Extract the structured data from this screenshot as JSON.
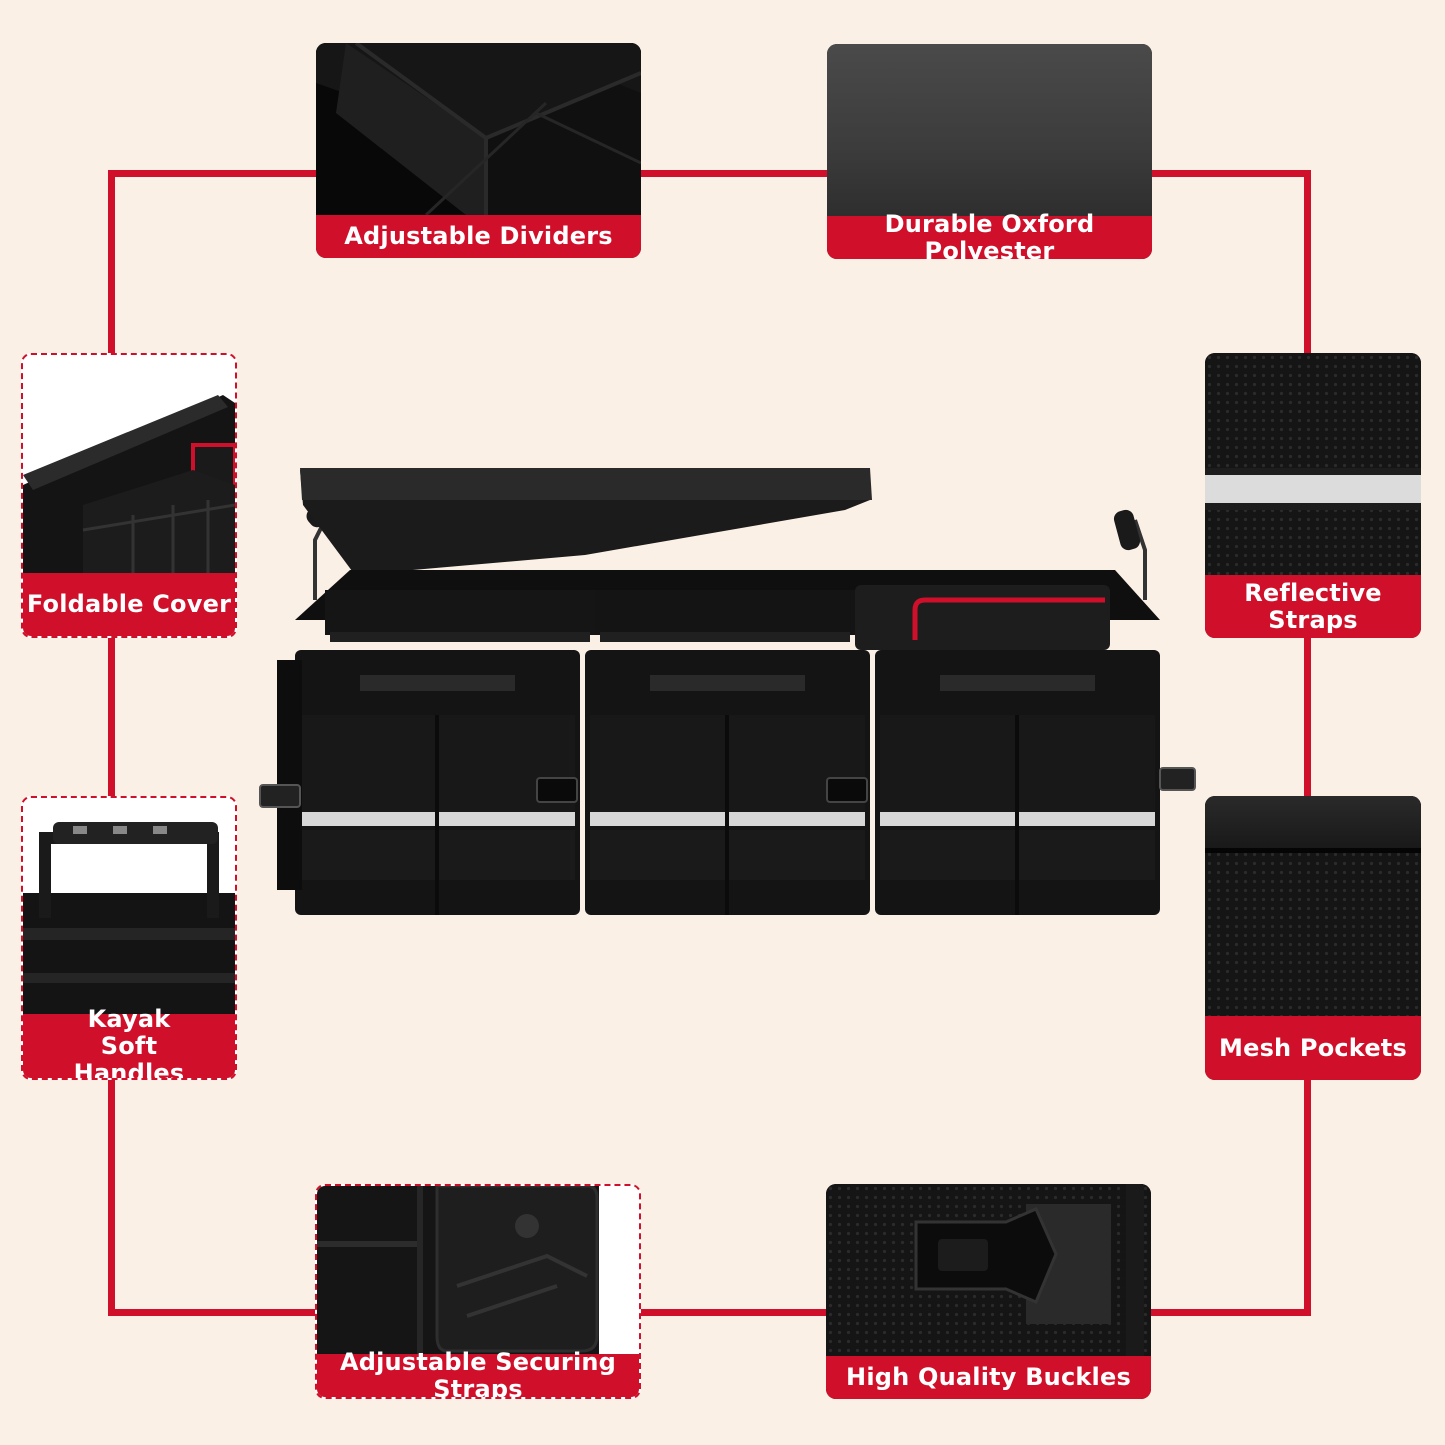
{
  "features": {
    "adjustable_dividers": "Adjustable Dividers",
    "durable_oxford": "Durable Oxford Polyester",
    "foldable_cover": "Foldable Cover",
    "reflective_straps": "Reflective Straps",
    "kayak_handles": "Kayak Soft Handles",
    "mesh_pockets": "Mesh Pockets",
    "securing_straps": "Adjustable Securing Straps",
    "buckles": "High Quality Buckles"
  },
  "colors": {
    "background": "#fbf0e6",
    "accent_red": "#d0102a",
    "product_black": "#141414",
    "reflective": "#d9d9d9"
  }
}
